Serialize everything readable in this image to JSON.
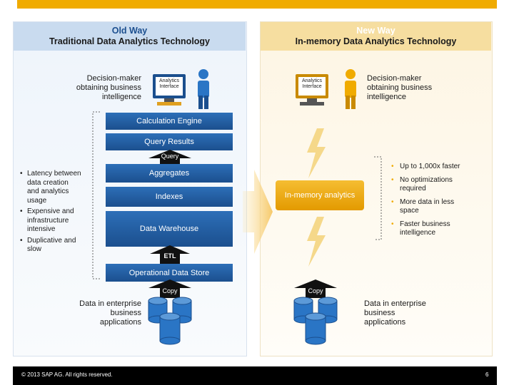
{
  "left": {
    "header_line1": "Old Way",
    "header_line2": "Traditional Data Analytics Technology",
    "decision_maker": [
      "Decision-maker",
      "obtaining business",
      "intelligence"
    ],
    "analytics_interface": [
      "Analytics",
      "Interface"
    ],
    "stack": {
      "calculation_engine": "Calculation Engine",
      "query_results": "Query Results",
      "query_arrow": "Query",
      "aggregates": "Aggregates",
      "indexes": "Indexes",
      "data_warehouse": "Data Warehouse",
      "etl_arrow": "ETL",
      "ods": "Operational Data Store",
      "copy_arrow": "Copy"
    },
    "bullets": [
      [
        "Latency between",
        "data creation",
        "and analytics",
        "usage"
      ],
      [
        "Expensive and",
        "infrastructure",
        "intensive"
      ],
      [
        "Duplicative and",
        "slow"
      ]
    ],
    "data_label": [
      "Data in enterprise",
      "business",
      "applications"
    ]
  },
  "right": {
    "header_line1": "New Way",
    "header_line2": "In-memory Data Analytics Technology",
    "decision_maker": [
      "Decision-maker",
      "obtaining business",
      "intelligence"
    ],
    "analytics_interface": [
      "Analytics",
      "Interface"
    ],
    "in_memory": "In-memory analytics",
    "copy_arrow": "Copy",
    "bullets": [
      [
        "Up to 1,000x faster"
      ],
      [
        "No optimizations",
        "required"
      ],
      [
        "More data in less",
        "space"
      ],
      [
        "Faster business",
        "intelligence"
      ]
    ],
    "data_label": [
      "Data in enterprise",
      "business",
      "applications"
    ]
  },
  "footer": {
    "copyright": "© 2013 SAP AG. All rights reserved.",
    "page_number": "6"
  },
  "colors": {
    "sap_gold": "#f0ab00",
    "sap_blue": "#1b4f8e",
    "left_header": "#c9dbef",
    "right_header": "#f6dea0"
  }
}
